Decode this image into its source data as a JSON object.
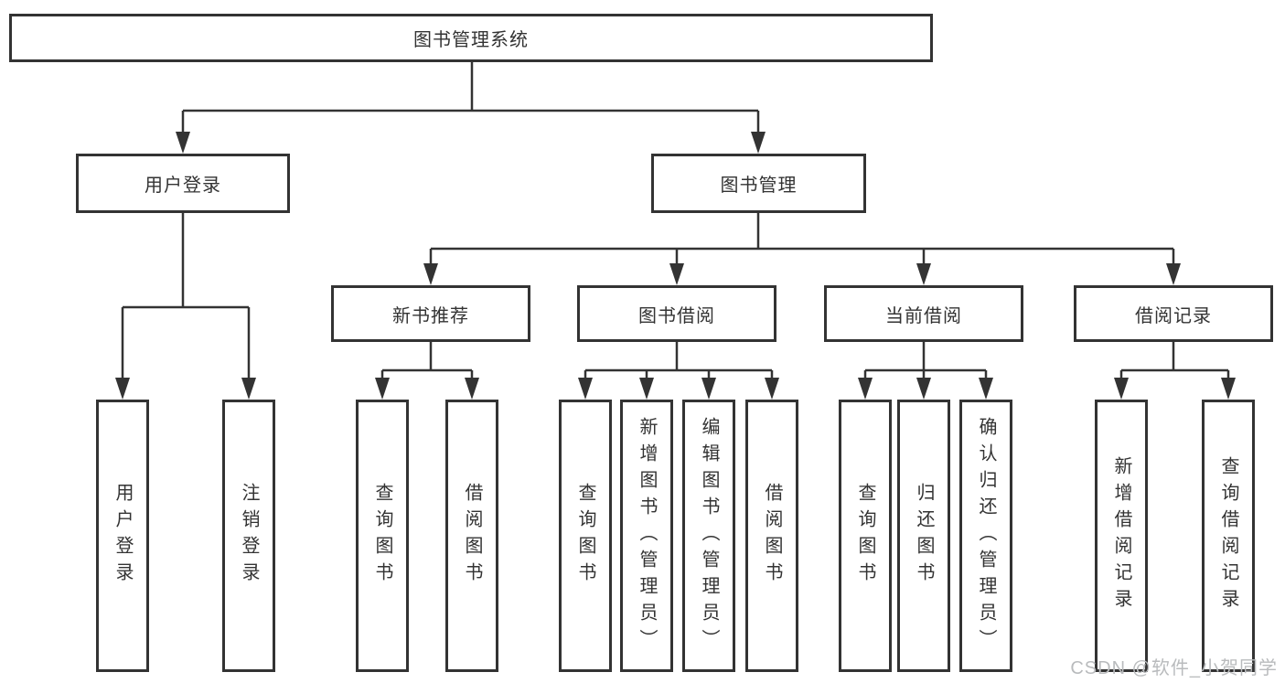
{
  "tree": {
    "label": "图书管理系统",
    "children": [
      {
        "label": "用户登录",
        "children": [
          {
            "label": "用户登录"
          },
          {
            "label": "注销登录"
          }
        ]
      },
      {
        "label": "图书管理",
        "children": [
          {
            "label": "新书推荐",
            "children": [
              {
                "label": "查询图书"
              },
              {
                "label": "借阅图书"
              }
            ]
          },
          {
            "label": "图书借阅",
            "children": [
              {
                "label": "查询图书"
              },
              {
                "label": "新增图书（管理员）"
              },
              {
                "label": "编辑图书（管理员）"
              },
              {
                "label": "借阅图书"
              }
            ]
          },
          {
            "label": "当前借阅",
            "children": [
              {
                "label": "查询图书"
              },
              {
                "label": "归还图书"
              },
              {
                "label": "确认归还（管理员）"
              }
            ]
          },
          {
            "label": "借阅记录",
            "children": [
              {
                "label": "新增借阅记录"
              },
              {
                "label": "查询借阅记录"
              }
            ]
          }
        ]
      }
    ]
  },
  "watermark": {
    "text": "CSDN @软件_小贺同学"
  },
  "colors": {
    "line": "#333333",
    "box_border": "#333333",
    "box_fill": "#ffffff",
    "text": "#333333",
    "watermark": "#b9bbbd"
  }
}
